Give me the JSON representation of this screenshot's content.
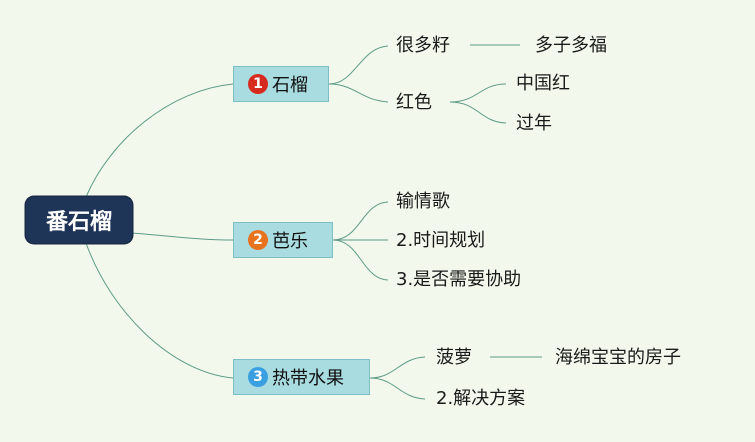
{
  "root": {
    "label": "番石榴"
  },
  "branches": [
    {
      "number": "1",
      "badge_color": "#d62a1f",
      "label": "石榴",
      "children": [
        {
          "label": "很多籽",
          "children": [
            {
              "label": "多子多福"
            }
          ]
        },
        {
          "label": "红色",
          "children": [
            {
              "label": "中国红"
            },
            {
              "label": "过年"
            }
          ]
        }
      ]
    },
    {
      "number": "2",
      "badge_color": "#e8731f",
      "label": "芭乐",
      "children": [
        {
          "label": "输情歌"
        },
        {
          "label": "2.时间规划"
        },
        {
          "label": "3.是否需要协助"
        }
      ]
    },
    {
      "number": "3",
      "badge_color": "#3a9fe0",
      "label": "热带水果",
      "children": [
        {
          "label": "菠萝",
          "children": [
            {
              "label": "海绵宝宝的房子"
            }
          ]
        },
        {
          "label": "2.解决方案"
        }
      ]
    }
  ],
  "colors": {
    "line": "#5f9a88",
    "background": "#f2f9ec"
  }
}
